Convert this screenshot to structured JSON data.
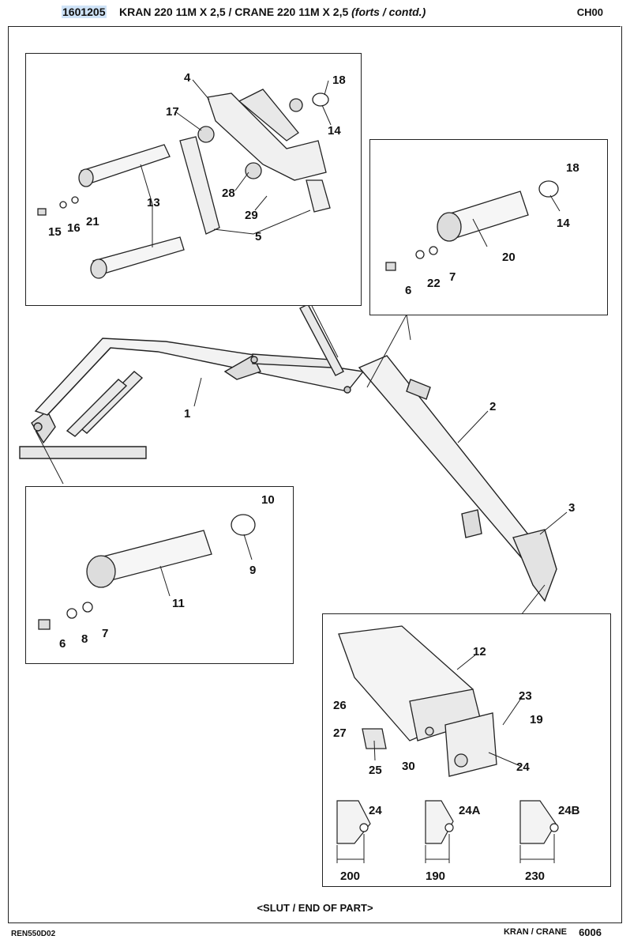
{
  "header": {
    "part_code": "1601205",
    "title_main": "KRAN 220 11M X 2,5 / CRANE 220 11M X 2,5",
    "title_suffix": "(forts / contd.)",
    "chapter": "CH00"
  },
  "callouts": {
    "top_left": [
      "4",
      "17",
      "18",
      "14",
      "28",
      "29",
      "5",
      "13",
      "15",
      "16",
      "21"
    ],
    "top_right": [
      "18",
      "14",
      "20",
      "6",
      "22",
      "7"
    ],
    "main": [
      "1",
      "2",
      "3"
    ],
    "mid_left": [
      "10",
      "9",
      "11",
      "6",
      "8",
      "7"
    ],
    "bottom_right": [
      "12",
      "26",
      "27",
      "25",
      "30",
      "23",
      "19",
      "24"
    ]
  },
  "variants": [
    {
      "label": "24",
      "dimension": "200"
    },
    {
      "label": "24A",
      "dimension": "190"
    },
    {
      "label": "24B",
      "dimension": "230"
    }
  ],
  "end_text": "<SLUT / END OF PART>",
  "footer": {
    "doc_code": "REN550D02",
    "section": "KRAN / CRANE",
    "page": "6006"
  }
}
